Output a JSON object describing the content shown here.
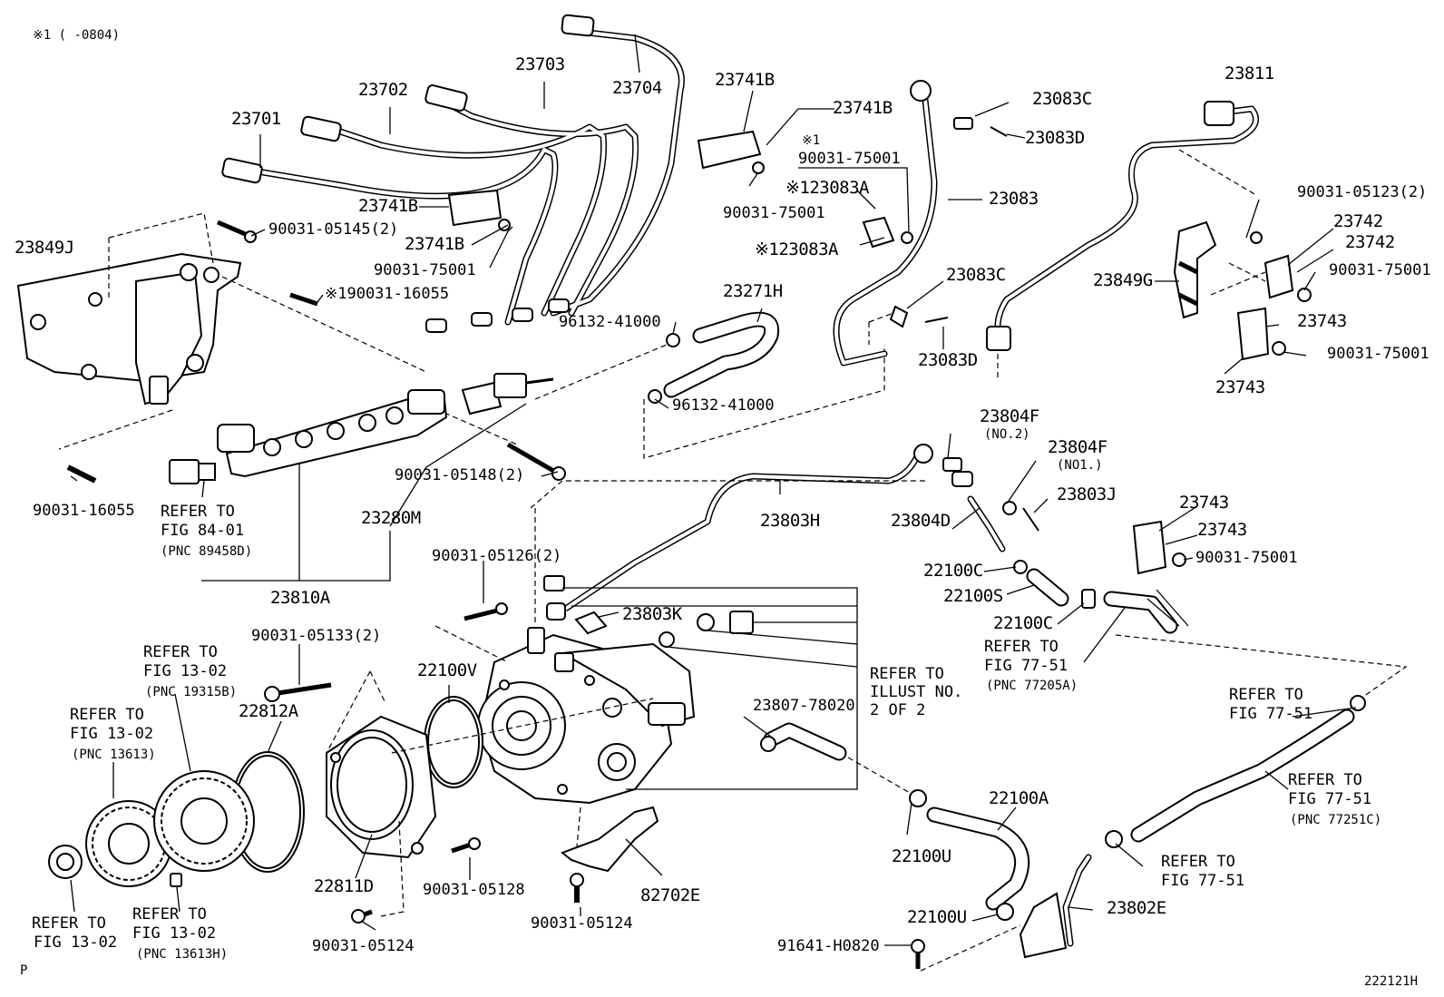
{
  "header": {
    "note": "※1 (   -0804)"
  },
  "footer": {
    "left_mark": "P",
    "figure_code": "222121H"
  },
  "labels": {
    "p23701": "23701",
    "p23702": "23702",
    "p23703": "23703",
    "p23704": "23704",
    "p23741b_a": "23741B",
    "p23741b_b": "23741B",
    "p23741b_c": "23741B",
    "p23741b_d": "23741B",
    "p23849j": "23849J",
    "p90031_05145": "90031-05145(2)",
    "p90031_75001_a": "90031-75001",
    "p90031_16055_x": "※190031-16055",
    "p96132_41000_a": "96132-41000",
    "p96132_41000_b": "96132-41000",
    "p23271h": "23271H",
    "p90031_05148": "90031-05148(2)",
    "p23280m": "23280M",
    "p23810a": "23810A",
    "p90031_16055": "90031-16055",
    "p23083c_a": "23083C",
    "p23083d_a": "23083D",
    "p23083": "23083",
    "p23083a_a": "※123083A",
    "p23083a_b": "※123083A",
    "p23083c_b": "23083C",
    "p23083d_b": "23083D",
    "p90031_75001_b": "90031-75001",
    "p90031_75001_c": "90031-75001",
    "x1_mark": "※1",
    "p23811": "23811",
    "p90031_05123": "90031-05123(2)",
    "p23742_a": "23742",
    "p23742_b": "23742",
    "p23849g": "23849G",
    "p90031_75001_d": "90031-75001",
    "p23743_a": "23743",
    "p90031_75001_e": "90031-75001",
    "p23743_b": "23743",
    "p23804f_a": "23804F",
    "no2": "(NO.2)",
    "p23804f_b": "23804F",
    "no1": "(NO1.)",
    "p23803j": "23803J",
    "p23804d": "23804D",
    "p23803h": "23803H",
    "p23743_c": "23743",
    "p23743_d": "23743",
    "p90031_75001_f": "90031-75001",
    "p22100c_a": "22100C",
    "p22100s": "22100S",
    "p22100c_b": "22100C",
    "p90031_05126": "90031-05126(2)",
    "p23803k": "23803K",
    "p90031_05133": "90031-05133(2)",
    "p22100v": "22100V",
    "p22812a": "22812A",
    "p23807_78020": "23807-78020",
    "p22811d": "22811D",
    "p90031_05128": "90031-05128",
    "p82702e": "82702E",
    "p90031_05124_a": "90031-05124",
    "p90031_05124_b": "90031-05124",
    "p22100a": "22100A",
    "p22100u_a": "22100U",
    "p22100u_b": "22100U",
    "p91641_h0820": "91641-H0820",
    "p23802e": "23802E"
  },
  "refs": {
    "r84_01": [
      "REFER TO",
      "FIG 84-01",
      "(PNC 89458D)"
    ],
    "r13_02_a": [
      "REFER TO",
      "FIG 13-02",
      "(PNC 19315B)"
    ],
    "r13_02_b": [
      "REFER TO",
      "FIG 13-02",
      "(PNC 13613)"
    ],
    "r13_02_c": [
      "REFER TO",
      "FIG 13-02"
    ],
    "r13_02_d": [
      "REFER TO",
      "FIG 13-02",
      "(PNC 13613H)"
    ],
    "r77_51_a": [
      "REFER TO",
      "FIG 77-51",
      "(PNC 77205A)"
    ],
    "illust": [
      "REFER TO",
      "ILLUST NO.",
      "2 OF 2"
    ],
    "r77_51_b": [
      "REFER TO",
      "FIG 77-51"
    ],
    "r77_51_c": [
      "REFER TO",
      "FIG 77-51",
      "(PNC 77251C)"
    ],
    "r77_51_d": [
      "REFER TO",
      "FIG 77-51"
    ]
  }
}
